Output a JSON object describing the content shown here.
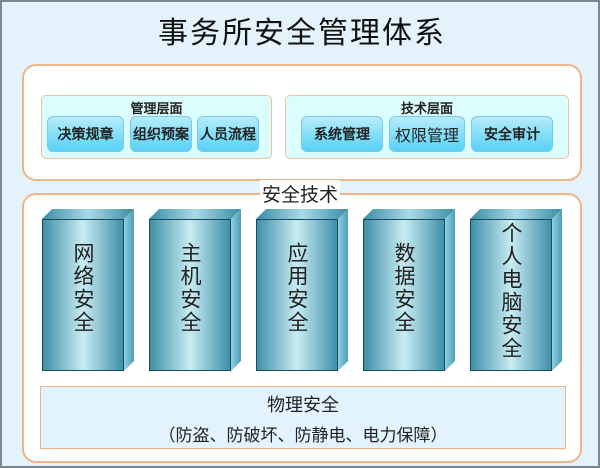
{
  "title": "事务所安全管理体系",
  "management": {
    "title": "管理层面",
    "items": [
      "决策规章",
      "组织预案",
      "人员流程"
    ]
  },
  "technical": {
    "title": "技术层面",
    "items": [
      "系统管理",
      "权限管理",
      "安全审计"
    ]
  },
  "security_tech": {
    "label": "安全技术",
    "pillars": [
      "网络安全",
      "主机安全",
      "应用安全",
      "数据安全",
      "个人电脑安全"
    ]
  },
  "physical": {
    "title": "物理安全",
    "detail": "（防盗、防破坏、防静电、电力保障）"
  },
  "colors": {
    "border": "#f0b486",
    "background": "#e4f3fb",
    "button": "#56d2f6",
    "pillar": "#3f8fa9"
  }
}
